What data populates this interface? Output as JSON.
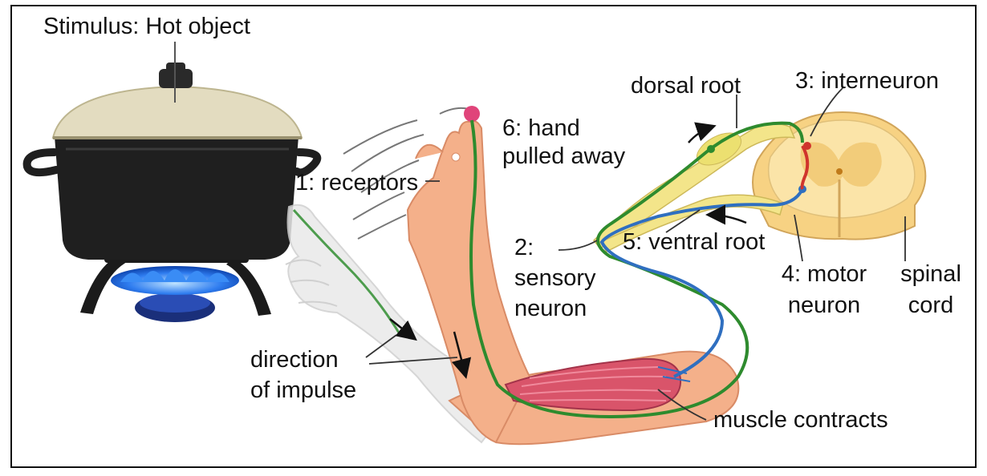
{
  "labels": {
    "stimulus": "Stimulus: Hot object",
    "receptors": "1: receptors",
    "hand_line1": "6: hand",
    "hand_line2": "pulled away",
    "dorsal_root": "dorsal root",
    "interneuron": "3: interneuron",
    "sensory_line1": "2:",
    "sensory_line2": "sensory",
    "sensory_line3": "neuron",
    "ventral_root": "5: ventral root",
    "motor_line1": "4: motor",
    "motor_line2": "neuron",
    "spinal_line1": "spinal",
    "spinal_line2": "cord",
    "direction_line1": "direction",
    "direction_line2": "of impulse",
    "muscle": "muscle contracts"
  },
  "colors": {
    "sensory_neuron": "#2e8b2e",
    "motor_neuron": "#2f6fc0",
    "interneuron": "#d0342c",
    "skin": "#f4b08a",
    "muscle": "#d9546a",
    "pot": "#1f1f1f",
    "lid": "#e3dcc0",
    "flame": "#2f7df0",
    "spinal_cord": "#fbe4a8",
    "roots": "#f3e58a"
  }
}
